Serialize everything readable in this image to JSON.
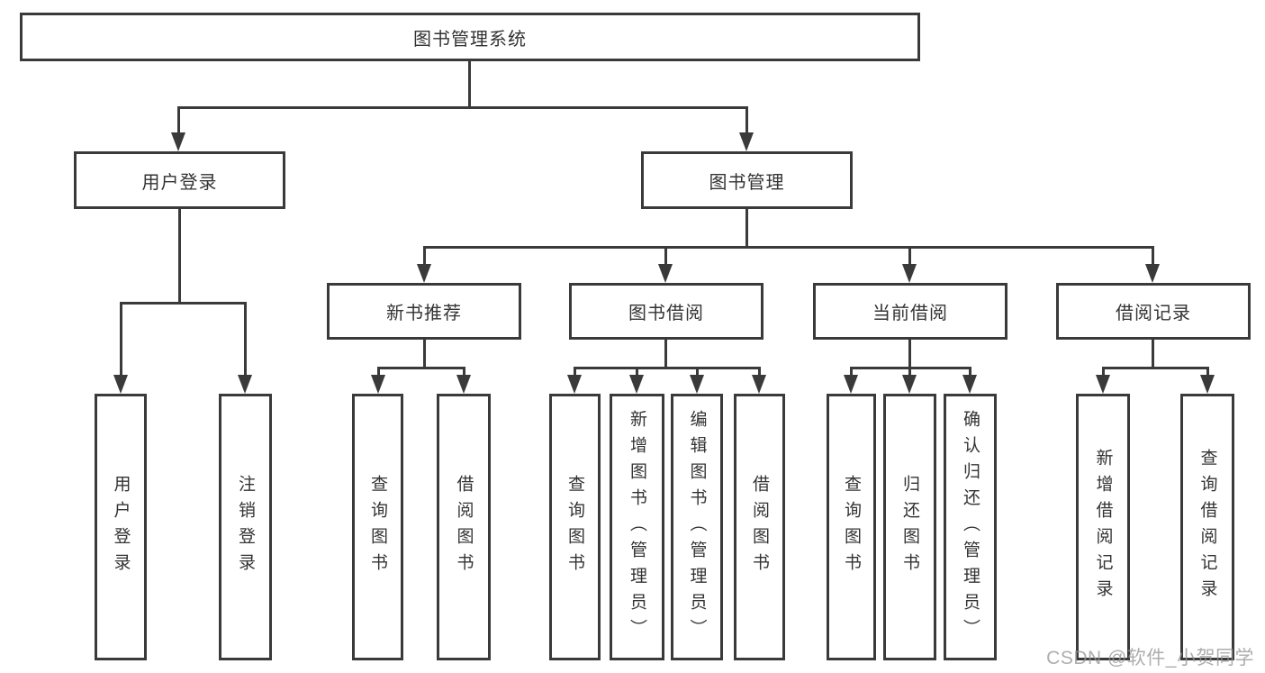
{
  "diagram": {
    "root": {
      "label": "图书管理系统"
    },
    "branches": [
      {
        "label": "用户登录",
        "children": [
          {
            "label": "用户登录"
          },
          {
            "label": "注销登录"
          }
        ]
      },
      {
        "label": "图书管理",
        "children": [
          {
            "label": "新书推荐",
            "children": [
              {
                "label": "查询图书"
              },
              {
                "label": "借阅图书"
              }
            ]
          },
          {
            "label": "图书借阅",
            "children": [
              {
                "label": "查询图书"
              },
              {
                "label": "新增图书（管理员）"
              },
              {
                "label": "编辑图书（管理员）"
              },
              {
                "label": "借阅图书"
              }
            ]
          },
          {
            "label": "当前借阅",
            "children": [
              {
                "label": "查询图书"
              },
              {
                "label": "归还图书"
              },
              {
                "label": "确认归还（管理员）"
              }
            ]
          },
          {
            "label": "借阅记录",
            "children": [
              {
                "label": "新增借阅记录"
              },
              {
                "label": "查询借阅记录"
              }
            ]
          }
        ]
      }
    ]
  },
  "watermark": {
    "text": "CSDN @软件_小贺同学"
  },
  "colors": {
    "line": "#3a3a3a",
    "box_border": "#3a3a3a",
    "text": "#333333",
    "watermark": "#969696",
    "background": "#ffffff"
  }
}
